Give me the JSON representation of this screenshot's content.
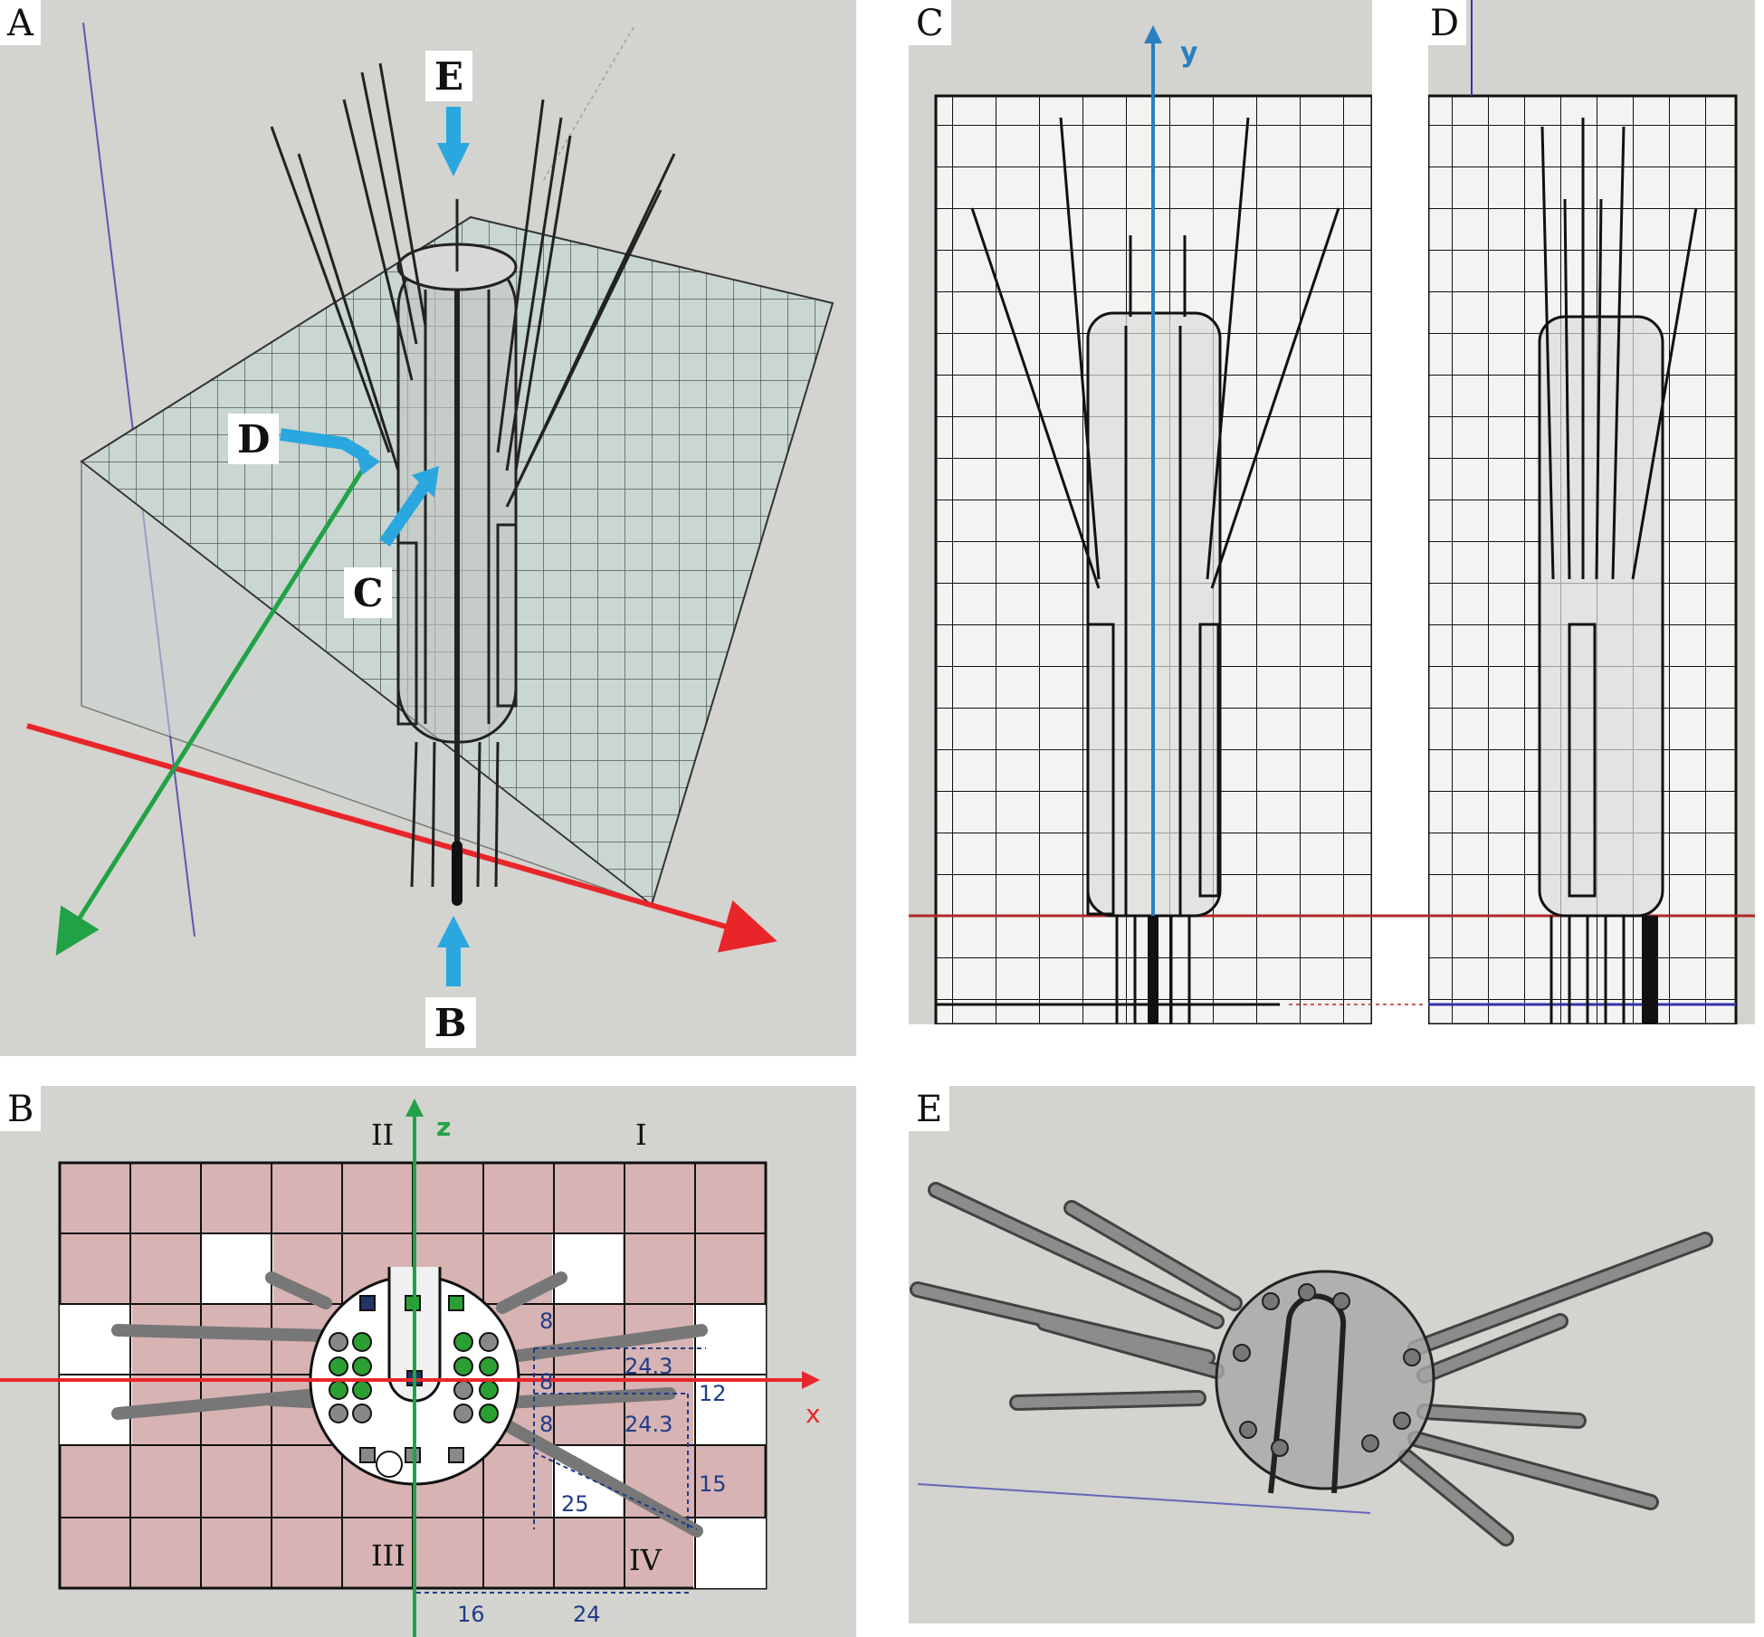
{
  "panels": {
    "a": {
      "label": "A",
      "callouts": {
        "e": "E",
        "d": "D",
        "c": "C",
        "b": "B"
      }
    },
    "c": {
      "label": "C",
      "axis_label": "y"
    },
    "d": {
      "label": "D"
    },
    "b": {
      "label": "B",
      "axis_z": "z",
      "axis_x": "x",
      "quadrants": {
        "q1": "I",
        "q2": "II",
        "q3": "III",
        "q4": "IV"
      },
      "dimensions": {
        "d8_top": "8",
        "d8_mid": "8",
        "d8_low": "8",
        "d24_3_top": "24.3",
        "d24_3_low": "24.3",
        "d12": "12",
        "d15": "15",
        "d25": "25",
        "d16": "16",
        "d24": "24"
      }
    },
    "e": {
      "label": "E"
    }
  },
  "colors": {
    "panel_bg": "#d3d3cf",
    "red_axis": "#e8262a",
    "green_axis": "#21a246",
    "blue_arrow": "#2aa7df",
    "pink_cell": "#d8b3b3",
    "dim_blue": "#1f3c88"
  }
}
